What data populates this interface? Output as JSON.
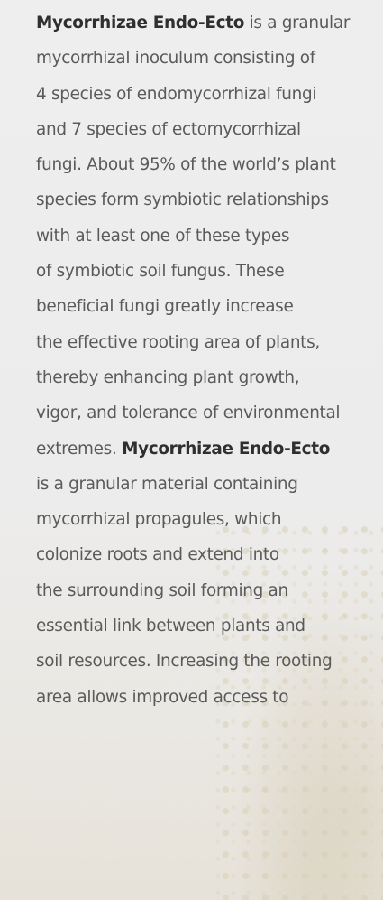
{
  "description": {
    "product_name": "Mycorrhizae Endo-Ecto",
    "lines": [
      {
        "segments": [
          {
            "text": "Mycorrhizae Endo-Ecto",
            "bold": true
          },
          {
            "text": " is a granular"
          }
        ]
      },
      {
        "segments": [
          {
            "text": "mycorrhizal inoculum consisting of"
          }
        ]
      },
      {
        "segments": [
          {
            "text": "4 species of endomycorrhizal fungi"
          }
        ]
      },
      {
        "segments": [
          {
            "text": "and 7 species of ectomycorrhizal"
          }
        ]
      },
      {
        "segments": [
          {
            "text": "fungi. About 95% of the world’s plant"
          }
        ]
      },
      {
        "segments": [
          {
            "text": "species form symbiotic relationships"
          }
        ]
      },
      {
        "segments": [
          {
            "text": "with at least one of these types"
          }
        ]
      },
      {
        "segments": [
          {
            "text": "of symbiotic soil fungus. These"
          }
        ]
      },
      {
        "segments": [
          {
            "text": "beneficial fungi greatly increase"
          }
        ]
      },
      {
        "segments": [
          {
            "text": "the effective rooting area of plants,"
          }
        ]
      },
      {
        "segments": [
          {
            "text": "thereby enhancing plant growth,"
          }
        ]
      },
      {
        "segments": [
          {
            "text": "vigor, and tolerance of environmental"
          }
        ]
      },
      {
        "segments": [
          {
            "text": "extremes. "
          },
          {
            "text": "Mycorrhizae Endo-Ecto",
            "bold": true
          }
        ]
      },
      {
        "segments": [
          {
            "text": "is a granular material containing"
          }
        ]
      },
      {
        "segments": [
          {
            "text": "mycorrhizal propagules, which"
          }
        ]
      },
      {
        "segments": [
          {
            "text": "colonize roots and extend into"
          }
        ]
      },
      {
        "segments": [
          {
            "text": "the surrounding soil forming an"
          }
        ]
      },
      {
        "segments": [
          {
            "text": "essential link between plants and"
          }
        ]
      },
      {
        "segments": [
          {
            "text": "soil resources. Increasing the rooting"
          }
        ]
      },
      {
        "segments": [
          {
            "text": "area allows improved access to"
          }
        ]
      }
    ]
  },
  "colors": {
    "body_text": "#5a5a5a",
    "emphasis_text": "#2f2f2f",
    "background": "#eeeeee"
  }
}
